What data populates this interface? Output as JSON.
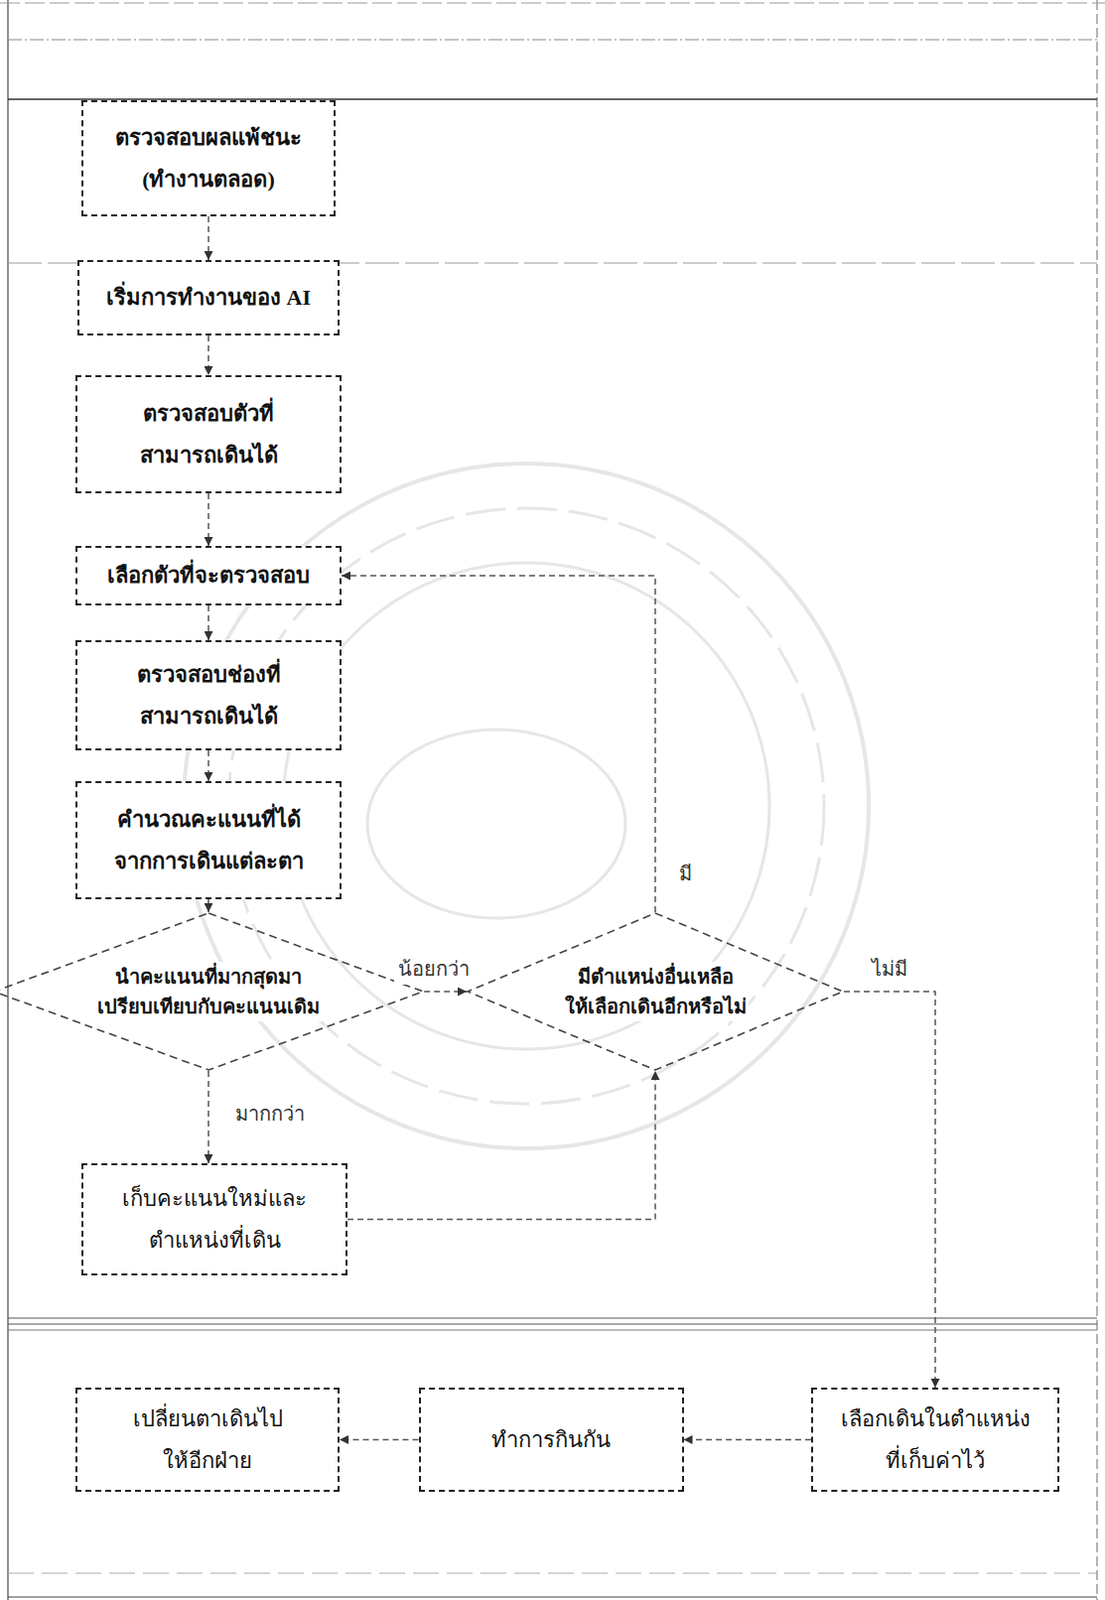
{
  "diagram": {
    "nodes": [
      {
        "text": [
          "ตรวจสอบผลแพ้ชนะ (ทำงานตลอด)"
        ]
      },
      {
        "text": [
          "เริ่มการทำงานของ AI"
        ]
      },
      {
        "text": [
          "ตรวจสอบตัวที่ สามารถเดินได้"
        ]
      },
      {
        "text": [
          "เลือกตัวที่จะตรวจสอบ"
        ]
      },
      {
        "text": [
          "ตรวจสอบช่องที่ สามารถเดินได้"
        ]
      },
      {
        "text": [
          "คำนวณคะแนนที่ได้ จากการเดินแต่ละตา"
        ]
      },
      {
        "text": [
          "นำคะแนนที่มากสุดมา เปรียบเทียบกับคะแนนเดิม"
        ]
      },
      {
        "text": [
          "มีตำแหน่งอื่นเหลือ ให้เลือกเดินอีกหรือไม่"
        ]
      },
      {
        "text": [
          "เก็บคะแนนใหม่และ ตำแหน่งที่เดิน"
        ]
      },
      {
        "text": [
          "เปลี่ยนตาเดินไป ให้อีกฝ่าย"
        ]
      },
      {
        "text": [
          "ทำการกินกัน"
        ]
      },
      {
        "text": [
          "เลือกเดินในตำแหน่ง ที่เก็บค่าไว้"
        ]
      }
    ],
    "edges": [
      {
        "from": 0,
        "to": 1,
        "arrow": "to"
      },
      {
        "from": 1,
        "to": 2,
        "arrow": "to"
      },
      {
        "from": 2,
        "to": 3,
        "arrow": "to"
      },
      {
        "from": 3,
        "to": 4,
        "arrow": "to"
      },
      {
        "from": 4,
        "to": 5,
        "arrow": "to"
      },
      {
        "from": 5,
        "to": 6,
        "arrow": "to"
      },
      {
        "from": 6,
        "to": 7,
        "label": "น้อยกว่า",
        "arrow": "to"
      },
      {
        "from": 6,
        "to": 8,
        "label": "มากกว่า",
        "arrow": "to"
      },
      {
        "from": 8,
        "to": 7,
        "arrow": "to"
      },
      {
        "from": 7,
        "to": 3,
        "label": "มี",
        "arrow": "to"
      },
      {
        "from": 7,
        "to": 11,
        "label": "ไม่มี",
        "arrow": "to"
      },
      {
        "from": 11,
        "to": 10,
        "arrow": "to"
      },
      {
        "from": 10,
        "to": 9,
        "arrow": "to"
      }
    ]
  }
}
